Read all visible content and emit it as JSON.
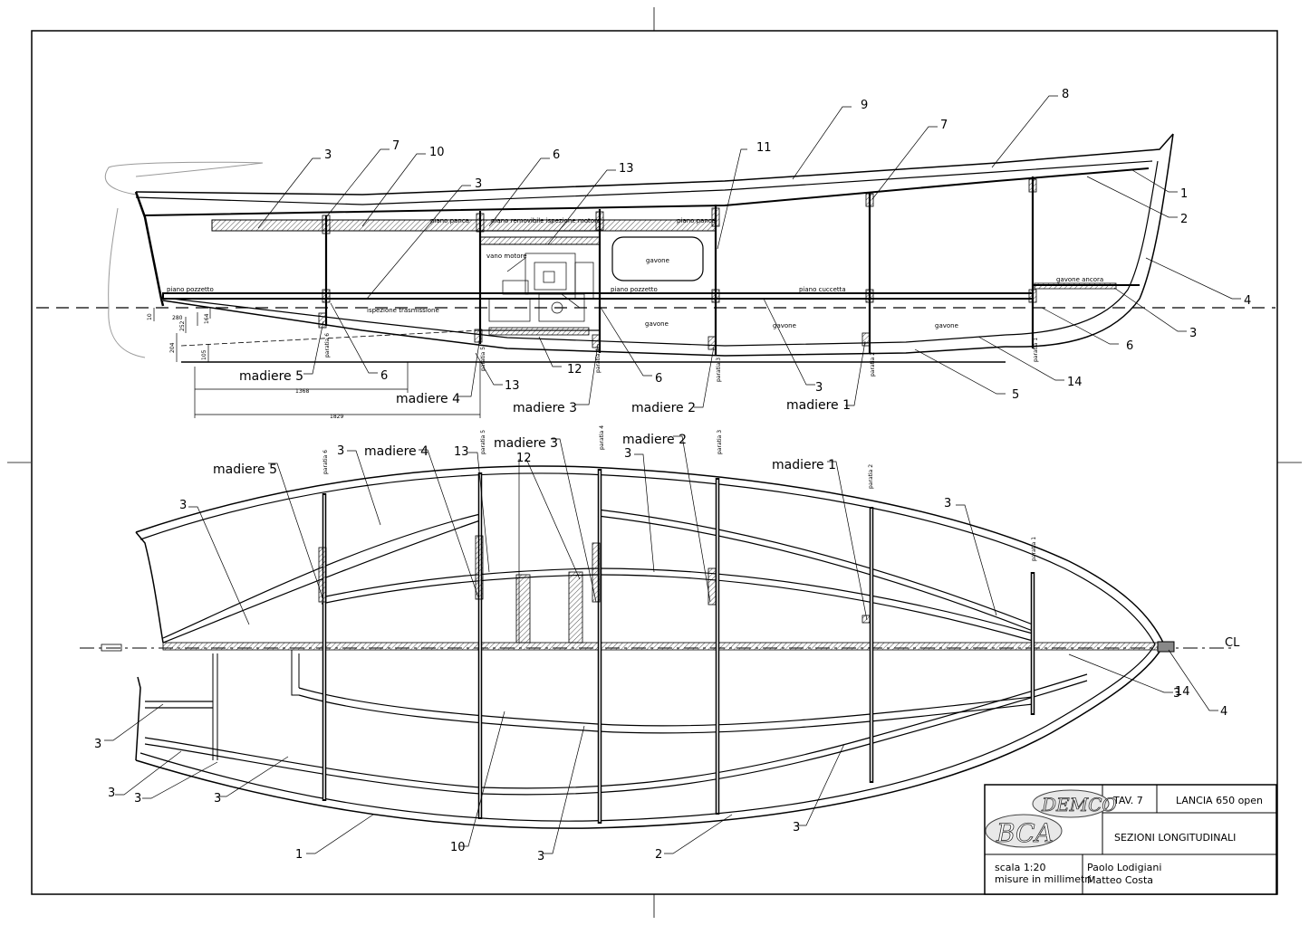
{
  "title_block": {
    "sheet": "TAV. 7",
    "model": "LANCIA 650 open",
    "subtitle": "SEZIONI LONGITUDINALI",
    "scale": "scala 1:20",
    "units": "misure in millimetri",
    "author_1": "Paolo Lodigiani",
    "author_2": "Matteo Costa",
    "logo_top": "DEMCO",
    "logo_bottom": "BCA"
  },
  "profile": {
    "labels": {
      "piano_panca_1": "piano panca",
      "piano_removibile": "piano removibile ispezione motore",
      "piano_panca_2": "piano panca",
      "vano_motore": "vano motore",
      "gavone_top": "gavone",
      "piano_pozzetto_1": "piano pozzetto",
      "piano_pozzetto_2": "piano pozzetto",
      "piano_cuccetta": "piano cuccetta",
      "gavone_ancora": "gavone ancora",
      "ispezione": "ispezione trasmissione",
      "gavone_1": "gavone",
      "gavone_2": "gavone",
      "gavone_3": "gavone"
    },
    "paratie": [
      "paratia 6",
      "paratia 5",
      "paratia 4",
      "paratia 3",
      "paratia 2",
      "paratia 1"
    ],
    "madiere": [
      "madiere 5",
      "madiere 4",
      "madiere 3",
      "madiere 2",
      "madiere 1"
    ],
    "dims": {
      "d1368": "1368",
      "d1829": "1829",
      "d10": "10",
      "d204": "204",
      "d105": "105",
      "d280": "280",
      "d252": "252",
      "d164": "164"
    },
    "callouts": [
      "3",
      "7",
      "10",
      "3",
      "6",
      "13",
      "9",
      "11",
      "8",
      "7",
      "1",
      "2",
      "4",
      "3",
      "6",
      "14",
      "5",
      "3",
      "6",
      "12",
      "13",
      "6"
    ]
  },
  "plan": {
    "paratie": [
      "paratia 6",
      "paratia 5",
      "paratia 4",
      "paratia 3",
      "paratia 2",
      "paratia 1"
    ],
    "madiere": [
      "madiere 5",
      "madiere 4",
      "madiere 3",
      "madiere 2",
      "madiere 1"
    ],
    "centerline": "CL",
    "callouts": [
      "3",
      "3",
      "13",
      "12",
      "3",
      "3",
      "3",
      "14",
      "4",
      "3",
      "3",
      "3",
      "3",
      "1",
      "10",
      "3",
      "2",
      "3"
    ]
  }
}
